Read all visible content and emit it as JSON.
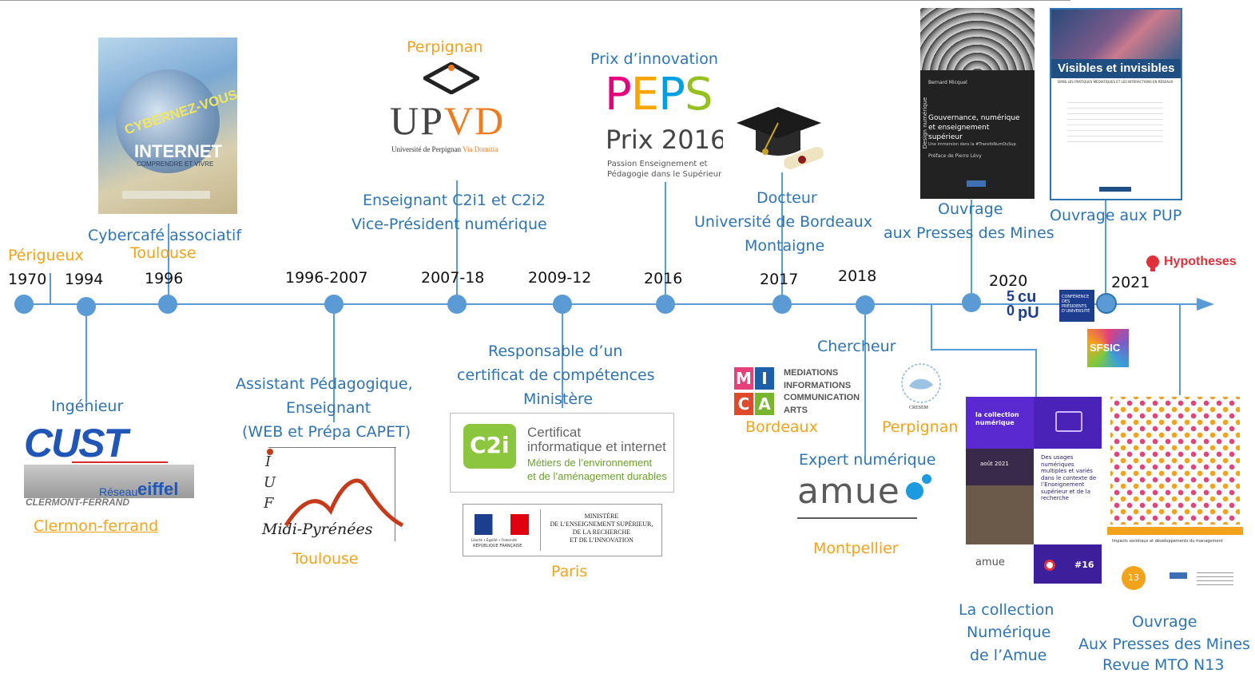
{
  "years": {
    "y1970": "1970",
    "y1994": "1994",
    "y1996": "1996",
    "y1996_2007": "1996-2007",
    "y2007_18": "2007-18",
    "y2009_12": "2009-12",
    "y2016": "2016",
    "y2017": "2017",
    "y2018": "2018",
    "y2020": "2020",
    "y2021": "2021"
  },
  "labels": {
    "perigueux": "Périgueux",
    "cybercafe": "Cybercafé associatif",
    "toulouse_top": "Toulouse",
    "perpignan_top": "Perpignan",
    "enseignant_l1": "Enseignant C2i1 et C2i2",
    "enseignant_l2": "Vice-Président numérique",
    "prix": "Prix d’innovation",
    "docteur_l1": "Docteur",
    "docteur_l2": "Université de Bordeaux",
    "docteur_l3": "Montaigne",
    "ouvrage_mines_l1": "Ouvrage",
    "ouvrage_mines_l2": "aux Presses des Mines",
    "ouvrage_pup": "Ouvrage aux PUP",
    "ingenieur": "Ingénieur",
    "clermont": "Clermon-ferrand",
    "assistant_l1": "Assistant Pédagogique,",
    "assistant_l2": "Enseignant",
    "assistant_l3": "(WEB et Prépa CAPET)",
    "toulouse_bottom": "Toulouse",
    "responsable_l1": "Responsable d’un",
    "responsable_l2": "certificat de compétences",
    "responsable_l3": "Ministère",
    "paris": "Paris",
    "chercheur": "Chercheur",
    "bordeaux": "Bordeaux",
    "perpignan_bottom": "Perpignan",
    "expert": "Expert numérique",
    "montpellier": "Montpellier",
    "collection_l1": "La collection",
    "collection_l2": "Numérique",
    "collection_l3": "de l’Amue",
    "revue_l1": "Ouvrage",
    "revue_l2": "Aux Presses des Mines",
    "revue_l3": "Revue MTO N13"
  },
  "logos": {
    "upvd": "UPVD",
    "upvd_sub1": "Université de Perpignan",
    "upvd_sub2": "Via Domitia",
    "peps1": "PEPS",
    "peps2": "Prix 2016",
    "peps_sub1": "Passion Enseignement et",
    "peps_sub2": "Pédagogie dans le Supérieur",
    "cust": "CUST",
    "reseau": "Réseau",
    "eiffel": "eiffel",
    "clermont_ferrand": "CLERMONT-FERRAND",
    "iuf_i": "I",
    "iuf_u": "U",
    "iuf_f": "F",
    "midi": "Midi-Pyrénées",
    "c2i": "C2i",
    "c2i_l1": "Certificat",
    "c2i_l2": "informatique et internet",
    "c2i_l3": "Métiers de l’environnement",
    "c2i_l4": "et de l’aménagement durables",
    "min_l1": "MINISTÈRE",
    "min_l2": "DE L’ENSEIGNEMENT SUPÉRIEUR,",
    "min_l3": "DE LA RECHERCHE",
    "min_l4": "ET DE L’INNOVATION",
    "rf_l1": "Liberté • Égalité • Fraternité",
    "rf_l2": "RÉPUBLIQUE FRANÇAISE",
    "mica_m": "M",
    "mica_i": "I",
    "mica_c": "C",
    "mica_a": "A",
    "mica_l1": "MEDIATIONS",
    "mica_l2": "INFORMATIONS",
    "mica_l3": "COMMUNICATION",
    "mica_l4": "ARTS",
    "cresem": "CRESEM",
    "amue": "amue",
    "hypotheses": "Hypotheses",
    "cpu_l1": "CONFÉRENCE",
    "cpu_l2": "DES",
    "cpu_l3": "PRÉSIDENTS",
    "cpu_l4": "D’UNIVERSITÉ",
    "sfsic": "SFSIC",
    "poster_l1": "CYBERNEZ-VOUS",
    "poster_l2": "INTERNET",
    "poster_l3": "COMPRENDRE ET VIVRE",
    "book1_side": "Design numérique",
    "book1_author": "Bernard Micquel",
    "book1_title": "Gouvernance, numérique et enseignement supérieur",
    "book1_sub": "Une immersion dans la #TransfoNumDuSup",
    "book1_preface": "Préface de Pierre Lévy",
    "book2_title": "Visibles et invisibles",
    "book2_sub": "DANS LES PRATIQUES MÉDIATIQUES ET LES INTERACTIONS EN RÉSEAUX",
    "amue_coll_title": "la collection numérique",
    "amue_coll_date": "août 2021",
    "amue_coll_text": "Des usages numériques multiples et variés dans le contexte de l’Enseignement supérieur et de la recherche",
    "amue_coll_num": "#16",
    "mto_num": "13",
    "mto_text": "Impacts sociétaux et développements du management"
  },
  "colors": {
    "timeline": "#5b9bd5",
    "blue_text": "#2e74b5",
    "orange_text": "#f2a31b"
  }
}
